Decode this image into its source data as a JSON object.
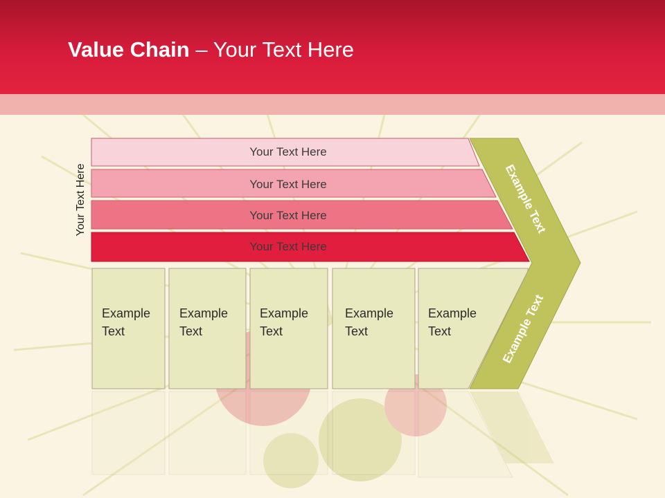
{
  "slide": {
    "title_bold": "Value Chain",
    "title_rest": "– Your Text Here"
  },
  "side_label": "Your Text Here",
  "rows": [
    {
      "label": "Your Text Here",
      "color": "#f8d3da"
    },
    {
      "label": "Your Text Here",
      "color": "#f3a4b0"
    },
    {
      "label": "Your Text Here",
      "color": "#ec7484"
    },
    {
      "label": "Your Text Here",
      "color": "#e21e3e"
    }
  ],
  "boxes": [
    {
      "line1": "Example",
      "line2": "Text"
    },
    {
      "line1": "Example",
      "line2": "Text"
    },
    {
      "line1": "Example",
      "line2": "Text"
    },
    {
      "line1": "Example",
      "line2": "Text"
    },
    {
      "line1": "Example",
      "line2": "Text"
    }
  ],
  "arrow": {
    "upper_label": "Example Text",
    "lower_label": "Example Text",
    "color": "#c0c25c"
  },
  "colors": {
    "header": "#d61c3b",
    "box_fill": "#e9e9c0",
    "background": "#fbf4e2"
  }
}
